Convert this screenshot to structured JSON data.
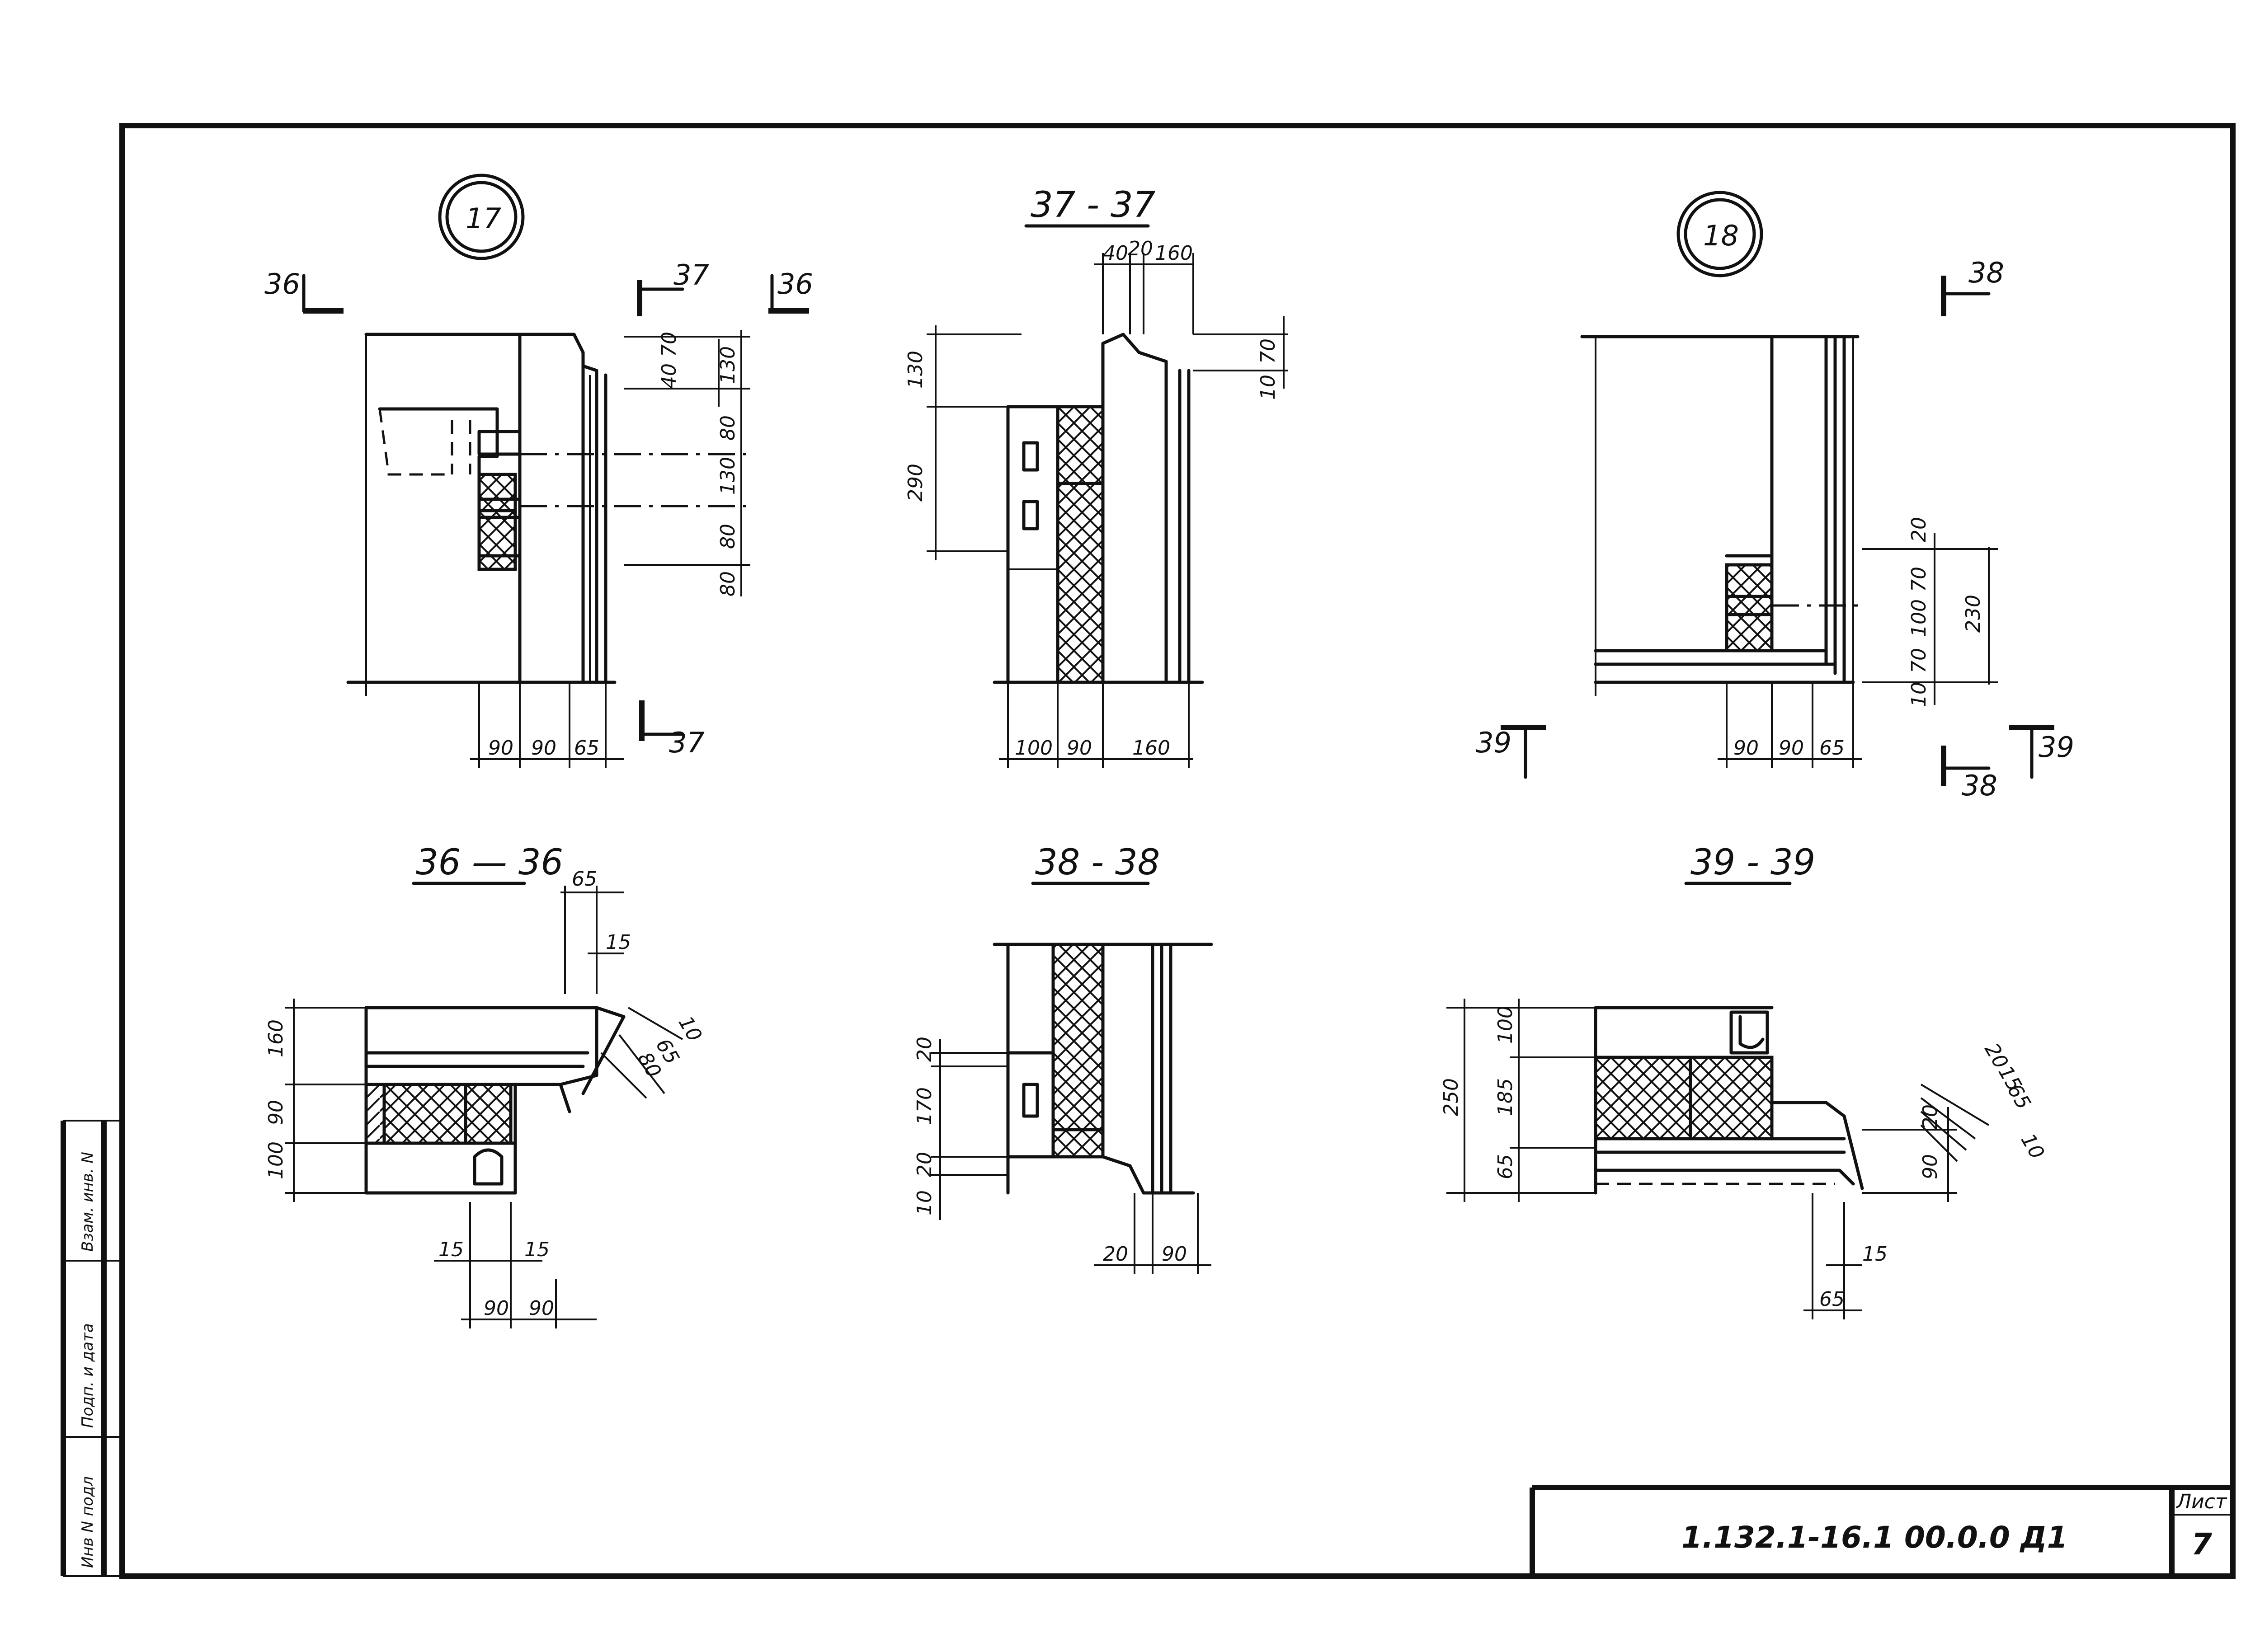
{
  "sheet": {
    "stamp_code": "1.132.1-16.1 00.0.0 Д1",
    "sheet_label": "Лист",
    "sheet_number": "7",
    "side_labels": [
      "Инв N подл",
      "Подп. и дата",
      "Взам. инв. N"
    ]
  },
  "details": {
    "d17": {
      "number": "17",
      "mark_36": "36",
      "mark_37_top": "37",
      "mark_36_right": "36",
      "mark_37_bottom": "37",
      "dims_v": [
        "70",
        "40",
        "130",
        "80",
        "130",
        "80",
        "80"
      ],
      "dims_h": [
        "90",
        "90",
        "65"
      ]
    },
    "s37": {
      "title": "37 - 37",
      "dims_top": [
        "40",
        "20",
        "160"
      ],
      "dims_v_left": [
        "130",
        "290"
      ],
      "dims_v_right": [
        "70",
        "10"
      ],
      "dims_bottom": [
        "100",
        "90",
        "160"
      ]
    },
    "d18": {
      "number": "18",
      "mark_38_top": "38",
      "mark_39_left": "39",
      "mark_38_bottom": "38",
      "mark_39_right": "39",
      "dims_v": [
        "20",
        "70",
        "100",
        "70",
        "10",
        "230"
      ],
      "dims_h": [
        "90",
        "90",
        "65"
      ]
    },
    "s36": {
      "title": "36 — 36",
      "dims_top": [
        "65",
        "15"
      ],
      "dims_v": [
        "160",
        "90",
        "100"
      ],
      "dims_right": [
        "10",
        "65",
        "80"
      ],
      "dims_bottom_small": [
        "15",
        "15"
      ],
      "dims_bottom": [
        "90",
        "90"
      ]
    },
    "s38": {
      "title": "38 - 38",
      "dims_v": [
        "20",
        "170",
        "20",
        "10"
      ],
      "dims_bottom": [
        "20",
        "90"
      ]
    },
    "s39": {
      "title": "39 - 39",
      "dims_v": [
        "100",
        "185",
        "65",
        "250"
      ],
      "dims_right": [
        "20",
        "15",
        "65",
        "10"
      ],
      "dims_right_v": [
        "20",
        "90"
      ],
      "dims_bottom": [
        "15",
        "65"
      ]
    }
  }
}
